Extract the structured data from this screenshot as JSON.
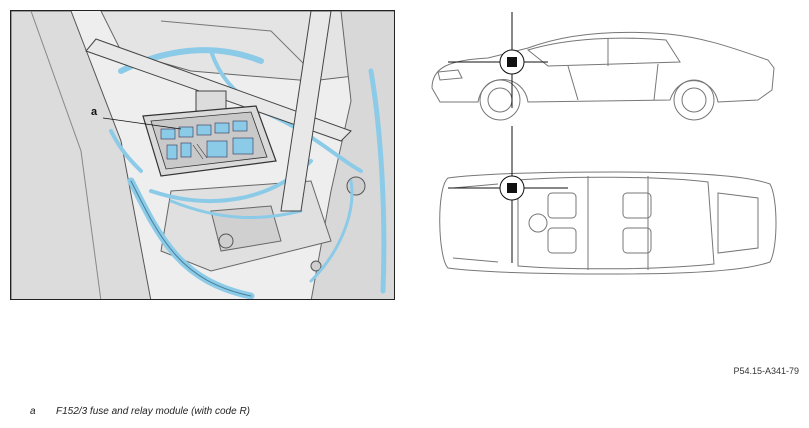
{
  "detail_view": {
    "callout_letter": "a"
  },
  "figure_id": "P54.15-A341-79",
  "legend": [
    {
      "key": "a",
      "text": "F152/3 fuse and relay module (with code R)"
    }
  ],
  "colors": {
    "cable_blue": "#8ccbe8",
    "outline": "#333333",
    "panel_gray": "#e6e6e6"
  }
}
